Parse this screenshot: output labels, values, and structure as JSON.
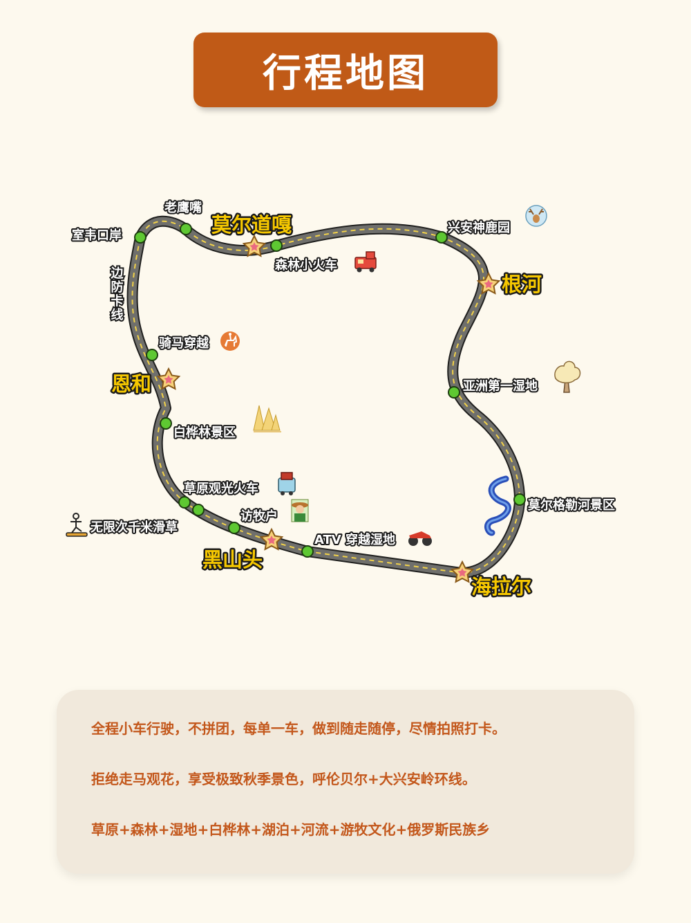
{
  "title": "行程地图",
  "colors": {
    "banner": "#c05a17",
    "background": "#fdf9ee",
    "road": "#4a4a48",
    "road_lane": "#f2d24a",
    "stop_dot": "#5ec832",
    "star_fill": "#f7d27a",
    "star_center": "#ea6a80",
    "town_label": "#f6c800",
    "info_text": "#c3571b"
  },
  "map": {
    "towns": [
      {
        "id": "moerdaoga",
        "label": "莫尔道嘎"
      },
      {
        "id": "genhe",
        "label": "根河"
      },
      {
        "id": "enhe",
        "label": "恩和"
      },
      {
        "id": "heishantou",
        "label": "黑山头"
      },
      {
        "id": "hailaer",
        "label": "海拉尔"
      }
    ],
    "stops": [
      {
        "id": "laoyingzui",
        "label": "老鹰嘴",
        "icon": ""
      },
      {
        "id": "shiwei",
        "label": "室韦口岸",
        "icon": ""
      },
      {
        "id": "senlin",
        "label": "森林小火车",
        "icon": "toy-train-icon"
      },
      {
        "id": "xingan",
        "label": "兴安神鹿园",
        "icon": "deer-icon"
      },
      {
        "id": "qima",
        "label": "骑马穿越",
        "icon": "horse-riding-icon"
      },
      {
        "id": "yazhou",
        "label": "亚洲第一湿地",
        "icon": "tree-icon"
      },
      {
        "id": "baihua",
        "label": "白桦林景区",
        "icon": "birch-forest-icon"
      },
      {
        "id": "caoyuan",
        "label": "草原观光火车",
        "icon": "locomotive-icon"
      },
      {
        "id": "fangmu",
        "label": "访牧户",
        "icon": "farmer-icon"
      },
      {
        "id": "huacao",
        "label": "无限次千米滑草",
        "icon": "grass-sliding-icon"
      },
      {
        "id": "atv",
        "label": "ATV 穿越湿地",
        "icon": "atv-icon"
      },
      {
        "id": "moergele",
        "label": "莫尔格勒河景区",
        "icon": "river-icon"
      }
    ],
    "route_label": "边防卡线"
  },
  "info": {
    "line1": "全程小车行驶，不拼团，每单一车，做到随走随停，尽情拍照打卡。",
    "line2": "拒绝走马观花，享受极致秋季景色，呼伦贝尔+大兴安岭环线。",
    "line3": "草原+森林+湿地+白桦林+湖泊+河流+游牧文化+俄罗斯民族乡"
  }
}
